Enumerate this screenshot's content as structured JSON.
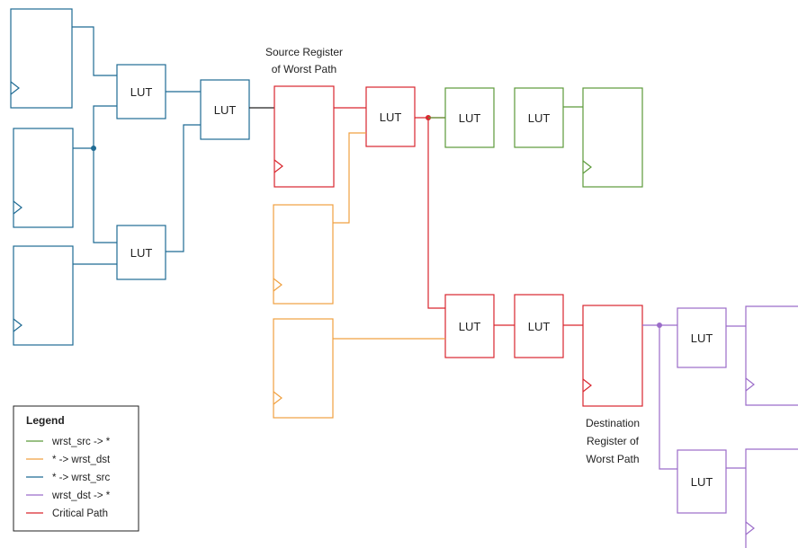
{
  "colors": {
    "blue": "#1f6b94",
    "red": "#d9262e",
    "orange": "#f0a040",
    "green": "#5c9a3a",
    "purple": "#9b6cc9",
    "black": "#222222"
  },
  "lut_label": "LUT",
  "annotations": {
    "source_line1": "Source Register",
    "source_line2": "of Worst Path",
    "dest_line1": "Destination",
    "dest_line2": "Register of",
    "dest_line3": "Worst Path"
  },
  "legend": {
    "title": "Legend",
    "items": [
      {
        "label": "wrst_src -> *",
        "color": "#5c9a3a"
      },
      {
        "label": "* -> wrst_dst",
        "color": "#f0a040"
      },
      {
        "label": "* -> wrst_src",
        "color": "#1f6b94"
      },
      {
        "label": "wrst_dst -> *",
        "color": "#9b6cc9"
      },
      {
        "label": "Critical Path",
        "color": "#d9262e"
      }
    ]
  }
}
